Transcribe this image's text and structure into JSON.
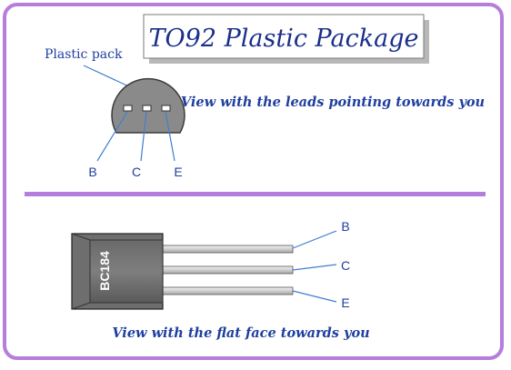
{
  "title": "TO92 Plastic Package",
  "top_view": {
    "plastic_label": "Plastic pack",
    "caption": "View with the leads pointing towards you",
    "leads": [
      "B",
      "C",
      "E"
    ]
  },
  "side_view": {
    "marking": "BC184",
    "caption": "View with the flat face towards you",
    "leads": [
      "B",
      "C",
      "E"
    ]
  },
  "colors": {
    "frame": "#b57edc",
    "divider": "#b57edc",
    "text_blue": "#1f3f9f",
    "title_blue": "#1a2f8a",
    "body_dark": "#4d4d4d",
    "body_mid": "#8c8c8c",
    "callout": "#3f7fd0"
  }
}
